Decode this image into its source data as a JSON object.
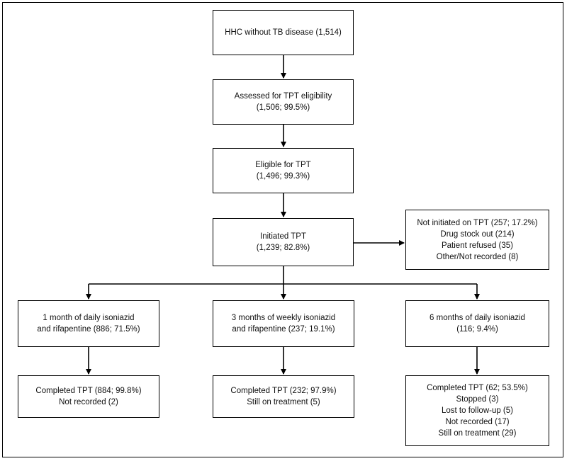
{
  "flow": {
    "hhc": {
      "lines": [
        "HHC without TB disease (1,514)"
      ]
    },
    "assessed": {
      "lines": [
        "Assessed for TPT eligibility",
        "(1,506; 99.5%)"
      ]
    },
    "eligible": {
      "lines": [
        "Eligible for TPT",
        "(1,496; 99.3%)"
      ]
    },
    "initiated": {
      "lines": [
        "Initiated TPT",
        "(1,239; 82.8%)"
      ]
    },
    "not_initiated": {
      "lines": [
        "Not initiated on TPT (257; 17.2%)",
        "Drug stock out (214)",
        "Patient refused (35)",
        "Other/Not recorded (8)"
      ]
    },
    "regimen_1hp": {
      "lines": [
        "1 month of daily isoniazid",
        "and rifapentine (886; 71.5%)"
      ]
    },
    "regimen_3hp": {
      "lines": [
        "3 months of weekly isoniazid",
        "and rifapentine (237; 19.1%)"
      ]
    },
    "regimen_6h": {
      "lines": [
        "6 months of daily isoniazid",
        "(116; 9.4%)"
      ]
    },
    "outcome_1hp": {
      "lines": [
        "Completed TPT (884; 99.8%)",
        "Not recorded (2)"
      ]
    },
    "outcome_3hp": {
      "lines": [
        "Completed TPT (232; 97.9%)",
        "Still on treatment (5)"
      ]
    },
    "outcome_6h": {
      "lines": [
        "Completed TPT (62; 53.5%)",
        "Stopped (3)",
        "Lost to follow-up (5)",
        "Not recorded (17)",
        "Still on treatment (29)"
      ]
    }
  }
}
